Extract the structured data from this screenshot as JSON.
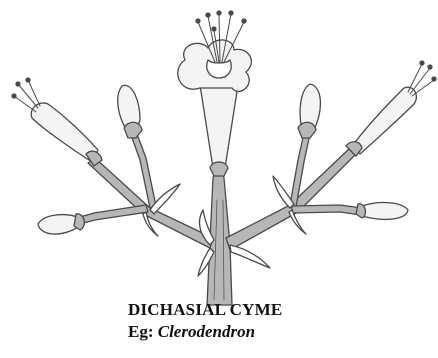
{
  "caption": {
    "title": "DICHASIAL CYME",
    "example_prefix": "Eg: ",
    "example_genus": "Clerodendron"
  },
  "colors": {
    "ink": "#4a4a4a",
    "stem_fill": "#b7b7b7",
    "flower_fill": "#f4f4f4",
    "text": "#111111"
  }
}
